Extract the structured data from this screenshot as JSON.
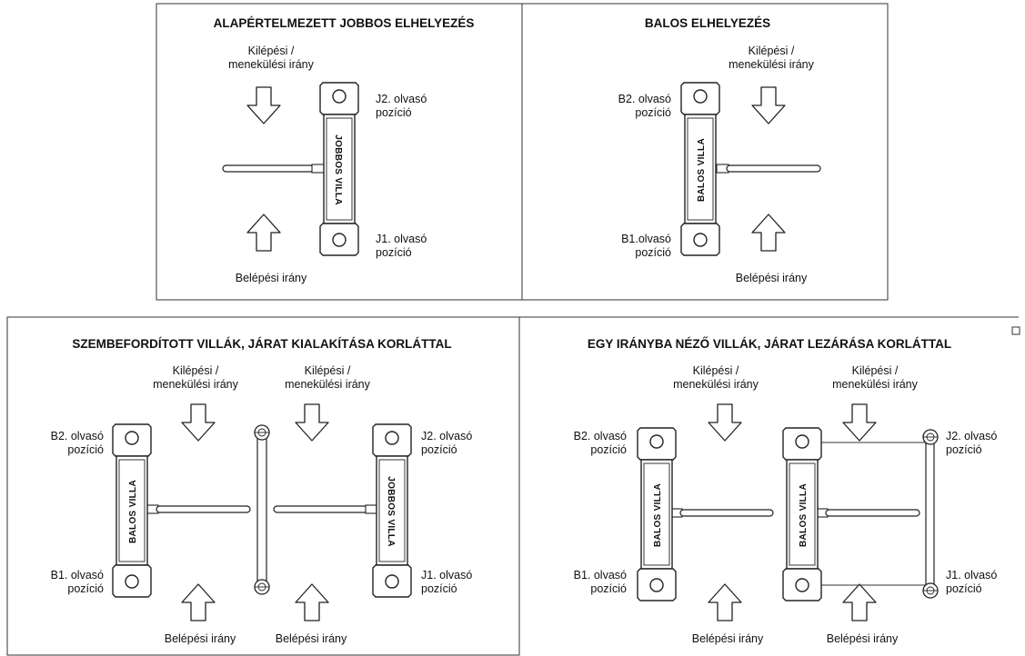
{
  "panels": {
    "p1": {
      "title": "ALAPÉRTELMEZETT JOBBOS ELHELYEZÉS",
      "exit_line1": "Kilépési /",
      "exit_line2": "menekülési irány",
      "entry": "Belépési irány",
      "reader_top_1": "J2. olvasó",
      "reader_top_2": "pozíció",
      "reader_bottom_1": "J1. olvasó",
      "reader_bottom_2": "pozíció",
      "post_label": "JOBBOS VILLA"
    },
    "p2": {
      "title": "BALOS ELHELYEZÉS",
      "exit_line1": "Kilépési /",
      "exit_line2": "menekülési irány",
      "entry": "Belépési irány",
      "reader_top_1": "B2. olvasó",
      "reader_top_2": "pozíció",
      "reader_bottom_1": "B1.olvasó",
      "reader_bottom_2": "pozíció",
      "post_label": "BALOS VILLA"
    },
    "p3": {
      "title": "SZEMBEFORDÍTOTT VILLÁK, JÁRAT KIALAKÍTÁSA KORLÁTTAL",
      "exit_line1": "Kilépési /",
      "exit_line2": "menekülési irány",
      "entry": "Belépési irány",
      "left_reader_top_1": "B2. olvasó",
      "left_reader_top_2": "pozíció",
      "left_reader_bottom_1": "B1. olvasó",
      "left_reader_bottom_2": "pozíció",
      "right_reader_top_1": "J2. olvasó",
      "right_reader_top_2": "pozíció",
      "right_reader_bottom_1": "J1. olvasó",
      "right_reader_bottom_2": "pozíció",
      "left_post_label": "BALOS VILLA",
      "right_post_label": "JOBBOS VILLA"
    },
    "p4": {
      "title": "EGY IRÁNYBA NÉZŐ VILLÁK, JÁRAT LEZÁRÁSA KORLÁTTAL",
      "exit_line1": "Kilépési /",
      "exit_line2": "menekülési irány",
      "entry": "Belépési irány",
      "left_reader_top_1": "B2. olvasó",
      "left_reader_top_2": "pozíció",
      "left_reader_bottom_1": "B1. olvasó",
      "left_reader_bottom_2": "pozíció",
      "right_reader_top_1": "J2. olvasó",
      "right_reader_top_2": "pozíció",
      "right_reader_bottom_1": "J1. olvasó",
      "right_reader_bottom_2": "pozíció",
      "post_label": "BALOS VILLA"
    }
  }
}
